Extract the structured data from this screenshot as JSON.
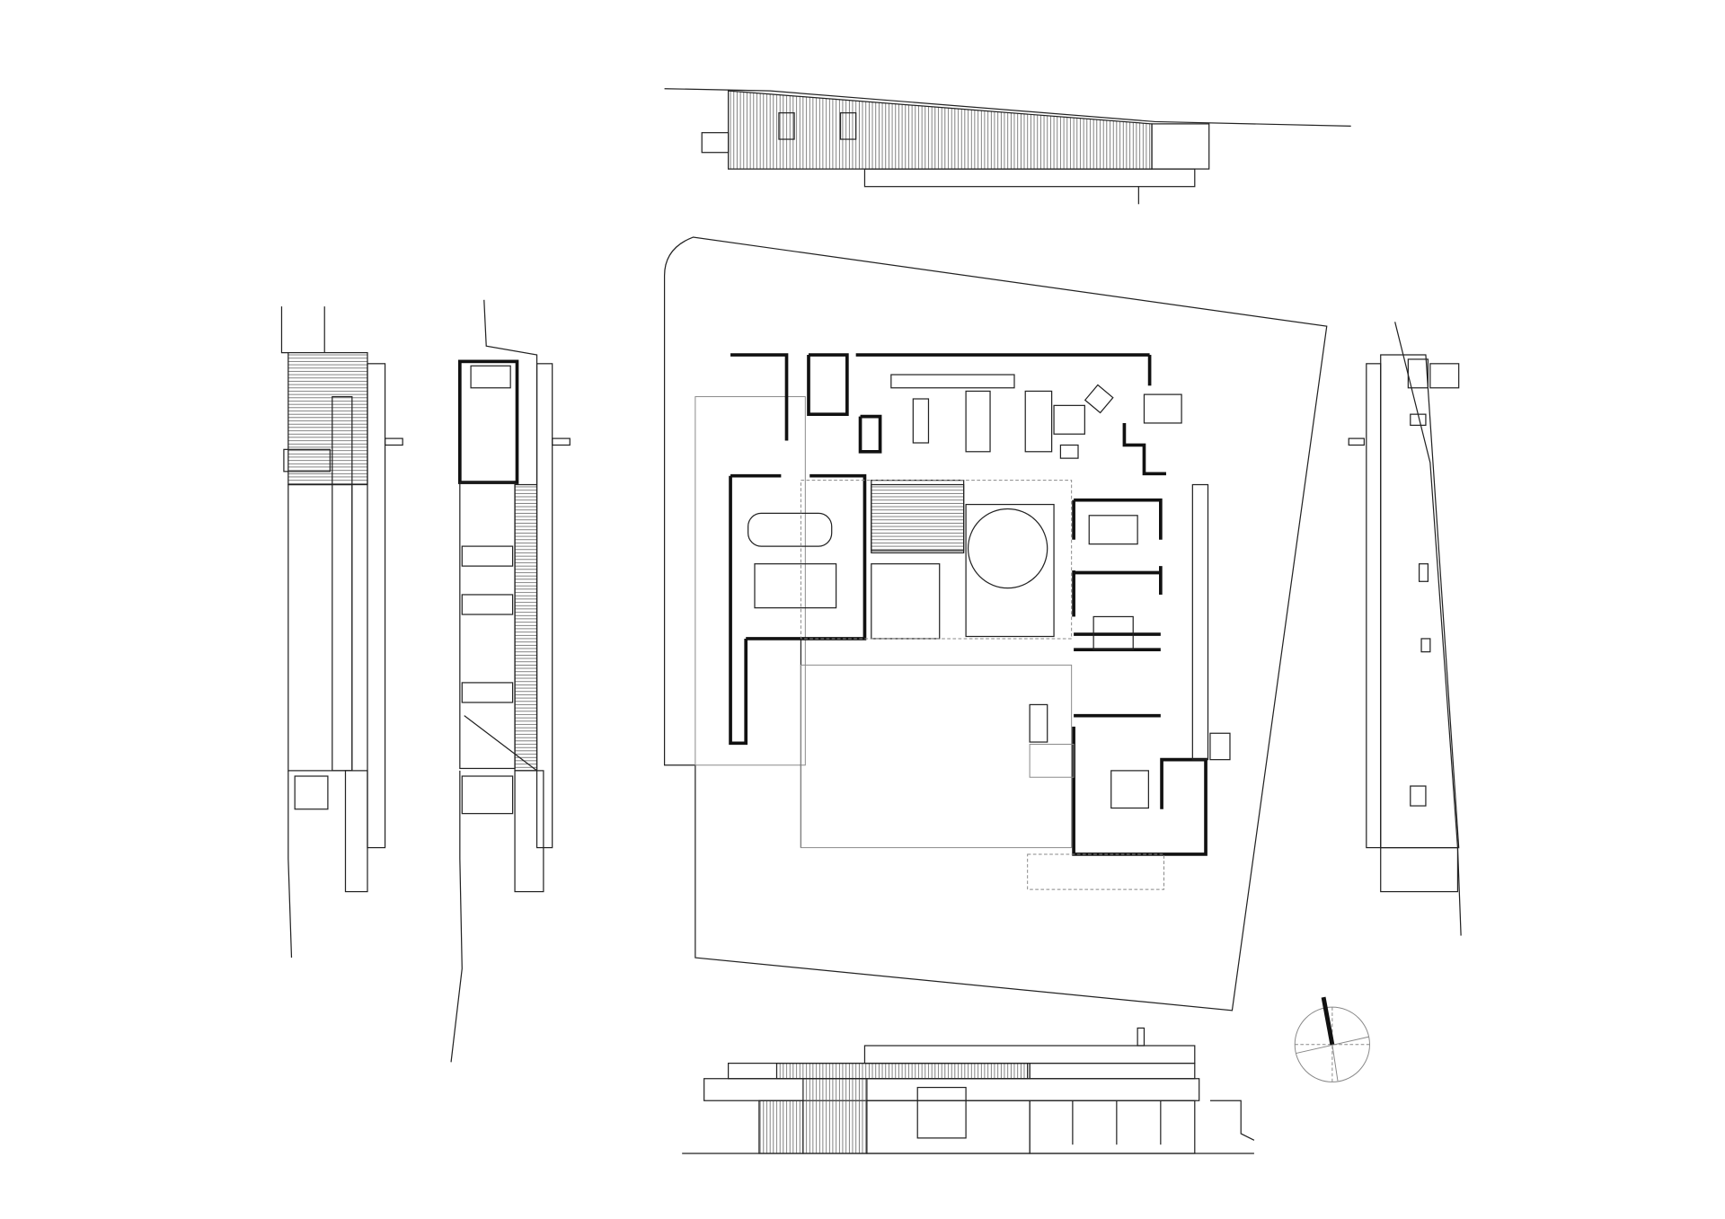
{
  "drawing": {
    "type": "architectural-plan-and-elevations",
    "views": [
      "north-elevation",
      "west-section",
      "west-elevation",
      "ground-floor-plan",
      "east-elevation",
      "south-elevation",
      "north-arrow"
    ],
    "line_color": "#222222",
    "background": "#ffffff",
    "north_arrow_rotation_deg": -12
  }
}
